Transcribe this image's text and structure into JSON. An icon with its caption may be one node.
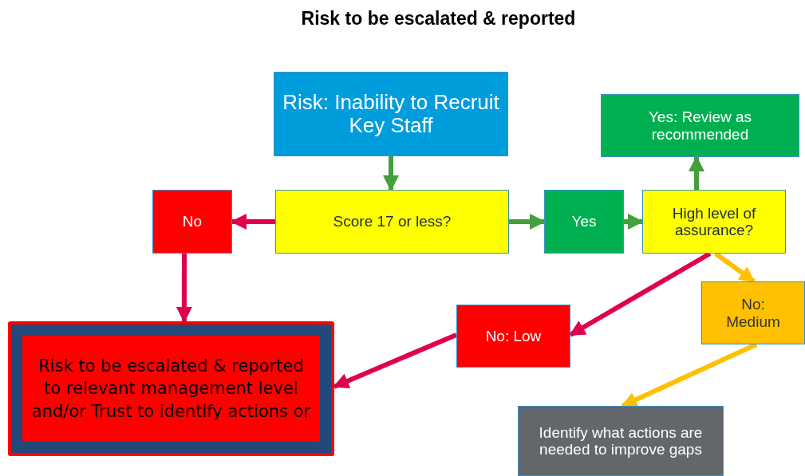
{
  "diagram": {
    "title": "Risk to be escalated & reported",
    "nodes": [
      {
        "text": [
          "Risk: Inability to Recruit Key Staff"
        ]
      },
      {
        "text": [
          "Score 17 or less?"
        ]
      },
      {
        "text": [
          "No"
        ]
      },
      {
        "text": [
          "Yes"
        ]
      },
      {
        "text": [
          "High level of assurance?"
        ]
      },
      {
        "text": [
          "Yes: Review as recommended"
        ]
      },
      {
        "text": [
          "No: Low"
        ]
      },
      {
        "text": [
          "No: Medium"
        ]
      },
      {
        "text": [
          "Risk to be escalated & reported to relevant management level and/or Trust to identify actions or"
        ]
      },
      {
        "text": [
          "Identify what actions are needed to improve gaps"
        ]
      }
    ],
    "edges": [
      {
        "from": 0,
        "to": 1,
        "arrow": "to"
      },
      {
        "from": 1,
        "to": 2,
        "arrow": "to",
        "color": "#e0004d"
      },
      {
        "from": 1,
        "to": 3,
        "arrow": "to"
      },
      {
        "from": 3,
        "to": 4,
        "arrow": "to"
      },
      {
        "from": 4,
        "to": 5,
        "arrow": "to"
      },
      {
        "from": 4,
        "to": 6,
        "arrow": "to",
        "color": "#e0004d"
      },
      {
        "from": 4,
        "to": 7,
        "arrow": "to",
        "color": "#ffc000"
      },
      {
        "from": 2,
        "to": 8,
        "arrow": "to",
        "color": "#e0004d"
      },
      {
        "from": 6,
        "to": 8,
        "arrow": "to",
        "color": "#e0004d"
      },
      {
        "from": 7,
        "to": 9,
        "arrow": "to",
        "color": "#ffc000"
      }
    ]
  }
}
